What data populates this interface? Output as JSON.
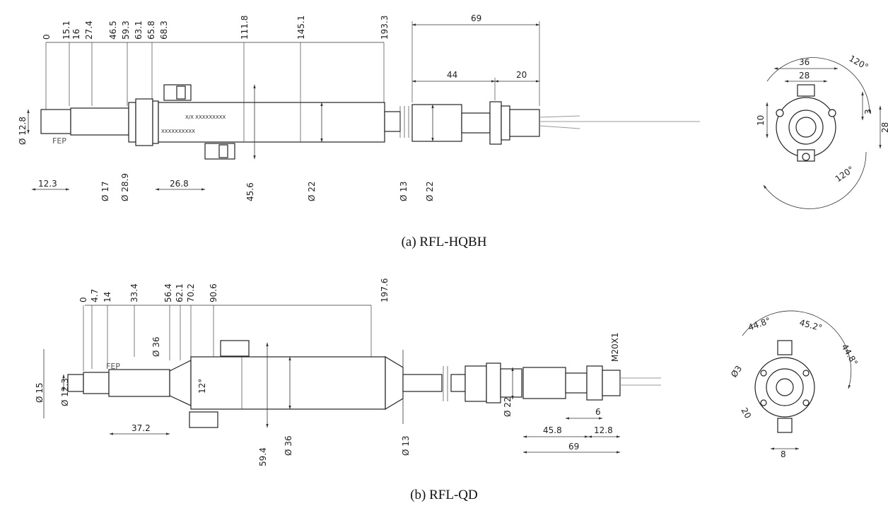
{
  "captions": {
    "a": "(a) RFL-HQBH",
    "b": "(b) RFL-QD"
  },
  "hqbh": {
    "top_dims": [
      "0",
      "15.1",
      "16",
      "27.4",
      "46.5",
      "59.3",
      "63.1",
      "65.8",
      "68.3",
      "111.8",
      "145.1",
      "193.3"
    ],
    "right_dims": [
      "69",
      "44",
      "20"
    ],
    "diameters": [
      "Ø 12.8",
      "Ø 17",
      "Ø 28.9",
      "Ø 22",
      "Ø 13",
      "Ø 22"
    ],
    "lengths": [
      "12.3",
      "26.8",
      "45.6"
    ],
    "fep": "FEP",
    "label_code": "XXXXXXXXXX",
    "label_line": "X/X XXXXXXXXX",
    "end_view": [
      "36",
      "28",
      "10",
      "3",
      "28",
      "120°",
      "120°"
    ]
  },
  "qd": {
    "top_dims": [
      "0",
      "4.7",
      "14",
      "33.4",
      "56.4",
      "62.1",
      "70.2",
      "90.6",
      "197.6"
    ],
    "diameters": [
      "Ø 15",
      "Ø 12.3",
      "Ø 36",
      "Ø 36",
      "Ø 13",
      "Ø 22"
    ],
    "lengths": [
      "37.2",
      "59.4",
      "45.8",
      "12.8",
      "69",
      "6"
    ],
    "angle": "12°",
    "thread": "M20X1",
    "fep": "FEP",
    "end_view": [
      "44.8°",
      "45.2°",
      "44.8°",
      "Ø3",
      "20",
      "8"
    ]
  }
}
